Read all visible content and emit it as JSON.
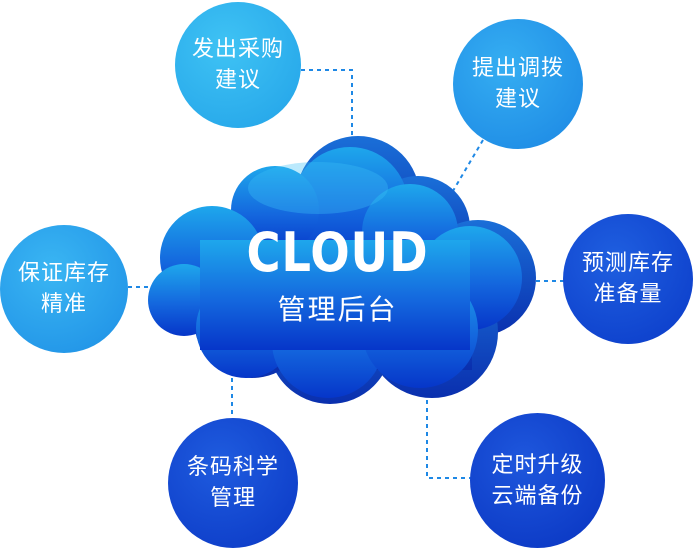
{
  "center": {
    "title": "CLOUD",
    "subtitle": "管理后台"
  },
  "nodes": {
    "purchase": {
      "line1": "发出采购",
      "line2": "建议"
    },
    "transfer": {
      "line1": "提出调拨",
      "line2": "建议"
    },
    "stock_accuracy": {
      "line1": "保证库存",
      "line2": "精准"
    },
    "forecast": {
      "line1": "预测库存",
      "line2": "准备量"
    },
    "barcode": {
      "line1": "条码科学",
      "line2": "管理"
    },
    "backup": {
      "line1": "定时升级",
      "line2": "云端备份"
    }
  },
  "colors": {
    "connector": "#1e88e5",
    "cloud_top": "#1ea7ec",
    "cloud_bottom": "#0636c9",
    "cloud_shadow": "#0a35b5"
  }
}
